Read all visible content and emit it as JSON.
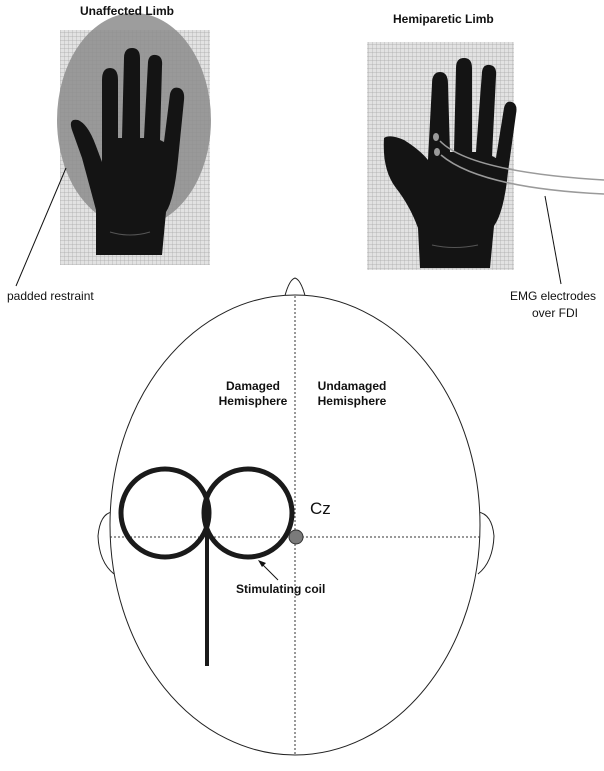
{
  "figure": {
    "left_title": "Unaffected Limb",
    "right_title": "Hemiparetic Limb",
    "left_annotation": "padded restraint",
    "right_annotation_line1": "EMG electrodes",
    "right_annotation_line2": "over FDI",
    "hemisphere_left_line1": "Damaged",
    "hemisphere_left_line2": "Hemisphere",
    "hemisphere_right_line1": "Undamaged",
    "hemisphere_right_line2": "Hemisphere",
    "cz_label": "Cz",
    "coil_label": "Stimulating coil"
  },
  "colors": {
    "hand": "#141414",
    "restraint": "#8c8c8c",
    "grid_bg": "#d9d9d9",
    "outline": "#222222",
    "cz_dot": "#777777"
  }
}
